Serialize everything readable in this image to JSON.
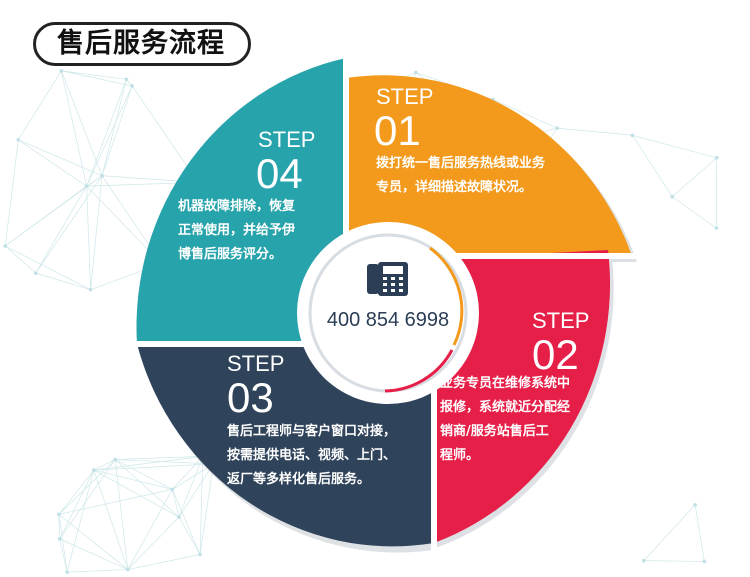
{
  "title": "售后服务流程",
  "center": {
    "phone": "400 854 6998",
    "icon": "telephone-icon"
  },
  "steps": [
    {
      "word": "STEP",
      "num": "01",
      "color": "#f39a1c",
      "lines": [
        "拨打统一售后服务热线或业务",
        "专员，详细描述故障状况。"
      ]
    },
    {
      "word": "STEP",
      "num": "02",
      "color": "#e61f48",
      "lines": [
        "业务专员在维修系统中",
        "报修，系统就近分配经",
        "销商/服务站售后工",
        "程师。"
      ]
    },
    {
      "word": "STEP",
      "num": "03",
      "color": "#2f435a",
      "lines": [
        "售后工程师与客户窗口对接，",
        "按需提供电话、视频、上门、",
        "返厂等多样化售后服务。"
      ]
    },
    {
      "word": "STEP",
      "num": "04",
      "color": "#27a3ab",
      "lines": [
        "机器故障排除，恢复",
        "正常使用，并给予伊",
        "博售后服务评分。"
      ]
    }
  ]
}
